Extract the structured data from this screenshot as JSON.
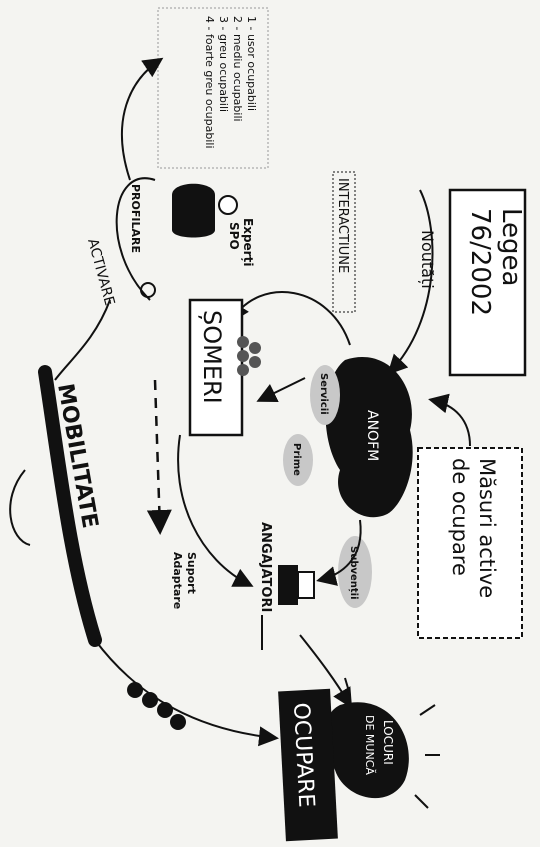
{
  "legend": {
    "items": [
      "1 - usor ocupabili",
      "2 - mediu ocupabili",
      "3 - greu ocupabili",
      "4 - foarte greu ocupabili"
    ]
  },
  "law": {
    "line1": "Legea",
    "line2": "76/2002"
  },
  "measures": {
    "line1": "Măsuri active",
    "line2": "de ocupare"
  },
  "labels": {
    "noutati": "Noutăți",
    "interactiune": "INTERACTIUNE",
    "experti": "Experți",
    "spo": "SPO",
    "profilare": "PROFILARE",
    "activare": "ACTIVARE",
    "mobilitate": "MOBILITATE",
    "someri": "ȘOMERI",
    "anofm": "ANOFM",
    "servicii": "Servicii",
    "prime": "Prime",
    "subventii": "Subvenții",
    "angajatori": "ANGAJATORI",
    "suport": "Suport",
    "adaptare": "Adaptare",
    "locuri_line1": "LOCURI",
    "locuri_line2": "DE MUNCĂ",
    "ocupare": "OCUPARE"
  }
}
